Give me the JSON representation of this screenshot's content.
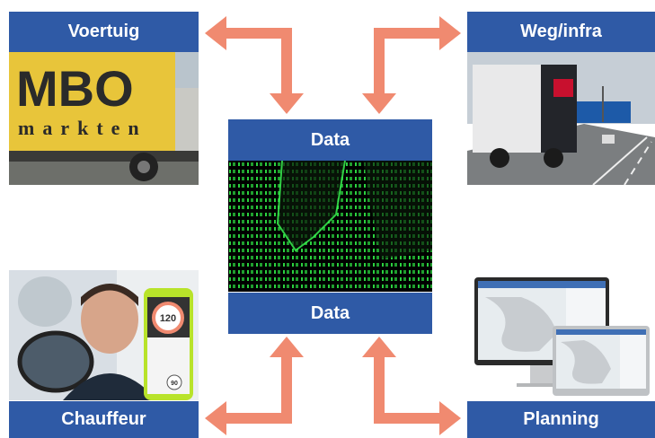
{
  "nodes": {
    "vehicle": {
      "label": "Voertuig",
      "truck_text_top": "MBO",
      "truck_text_bottom": "markten"
    },
    "road": {
      "label": "Weg/infra"
    },
    "driver": {
      "label": "Chauffeur",
      "phone_speed": "120",
      "phone_value2": "90"
    },
    "planning": {
      "label": "Planning"
    },
    "data": {
      "label_top": "Data",
      "label_bottom": "Data"
    }
  },
  "colors": {
    "label_bg": "#2f5aa6",
    "arrow": "#f08a70",
    "matrix_green": "#2bd13f"
  }
}
